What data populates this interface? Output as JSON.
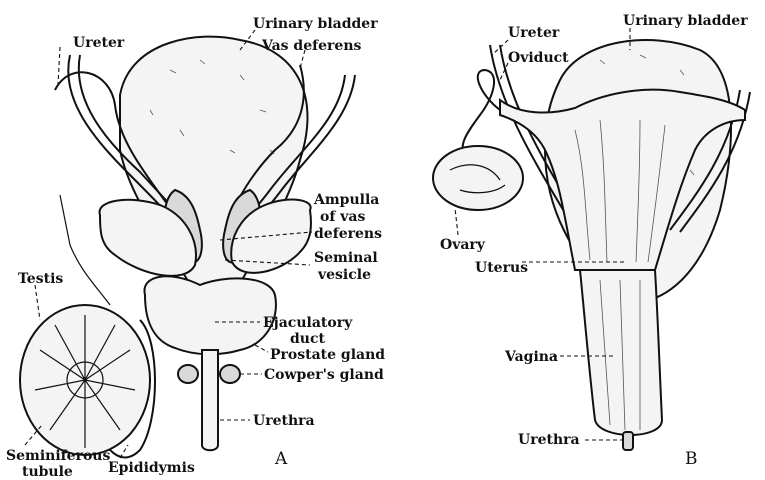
{
  "figure": {
    "panel_a": {
      "letter": "A",
      "labels": {
        "ureter": "Ureter",
        "urinary_bladder": "Urinary bladder",
        "vas_deferens": "Vas deferens",
        "ampulla_1": "Ampulla",
        "ampulla_2": "of vas",
        "ampulla_3": "deferens",
        "seminal_1": "Seminal",
        "seminal_2": "vesicle",
        "ejaculatory_1": "Ejaculatory",
        "ejaculatory_2": "duct",
        "prostate": "Prostate gland",
        "cowpers": "Cowper's gland",
        "urethra": "Urethra",
        "testis": "Testis",
        "seminiferous_1": "Seminiferous",
        "seminiferous_2": "tubule",
        "epididymis": "Epididymis"
      }
    },
    "panel_b": {
      "letter": "B",
      "labels": {
        "ureter": "Ureter",
        "oviduct": "Oviduct",
        "urinary_bladder": "Urinary bladder",
        "ovary": "Ovary",
        "uterus": "Uterus",
        "vagina": "Vagina",
        "urethra": "Urethra"
      }
    }
  }
}
